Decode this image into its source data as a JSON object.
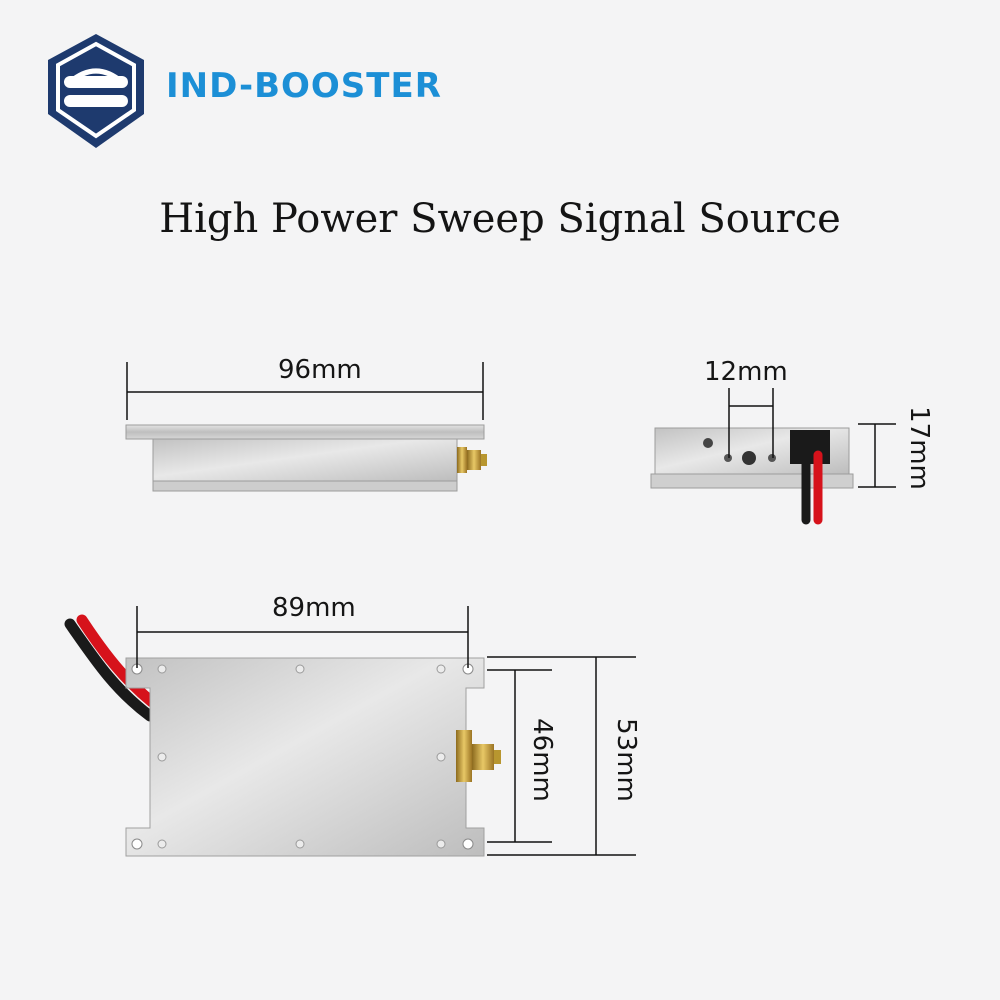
{
  "brand": {
    "name": "IND-BOOSTER",
    "logo_icon": "hexagon-shield-icon",
    "logo_color": "#1e3a6e",
    "text_color": "#1c8fd6"
  },
  "title": "High Power Sweep Signal Source",
  "dimensions": {
    "side_width": "96mm",
    "end_spacing": "12mm",
    "end_height": "17mm",
    "top_hole_span": "89mm",
    "top_inner_height": "46mm",
    "top_outer_height": "53mm"
  },
  "colors": {
    "metal": "#cfcfcf",
    "metal_dark": "#9c9c9c",
    "connector": "#c9a43a",
    "cable_red": "#d6121b",
    "cable_black": "#1a1a1a",
    "line": "#111111"
  }
}
